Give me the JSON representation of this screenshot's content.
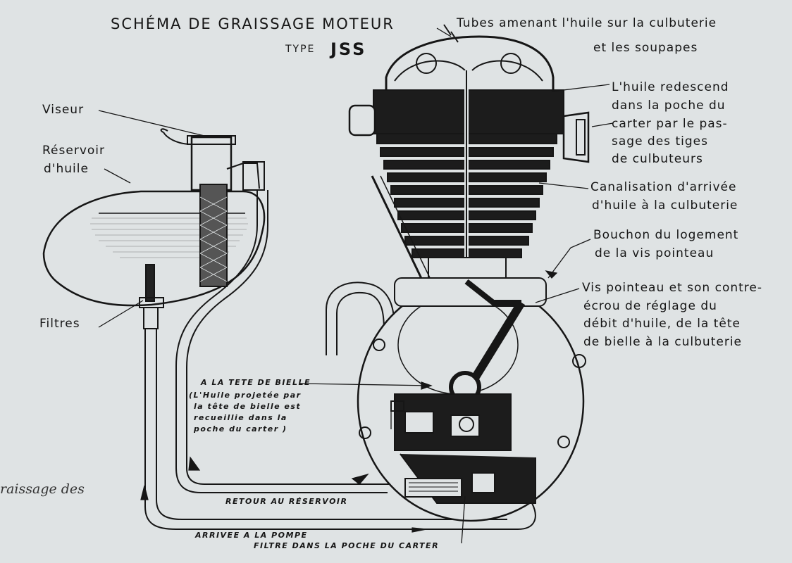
{
  "title": "SCHÉMA DE GRAISSAGE MOTEUR",
  "type_prefix": "TYPE",
  "type_code": "JSS",
  "labels": {
    "tubes_1": "Tubes amenant l'huile sur la culbuterie",
    "tubes_2": "et les soupapes",
    "redescend_1": "L'huile redescend",
    "redescend_2": "dans la poche du",
    "redescend_3": "carter par le pas-",
    "redescend_4": "sage des tiges",
    "redescend_5": "de culbuteurs",
    "canal_1": "Canalisation d'arrivée",
    "canal_2": "d'huile à la culbuterie",
    "bouchon_1": "Bouchon du logement",
    "bouchon_2": "de la vis pointeau",
    "vis_1": "Vis pointeau et son contre-",
    "vis_2": "écrou de réglage du",
    "vis_3": "débit d'huile, de la tête",
    "vis_4": "de bielle à la culbuterie",
    "viseur": "Viseur",
    "reservoir_1": "Réservoir",
    "reservoir_2": "d'huile",
    "filtres": "Filtres",
    "tete_bielle_1": "A LA TETE DE BIELLE",
    "tete_bielle_2": "(L'Huile projetée par",
    "tete_bielle_3": "la tête de bielle est",
    "tete_bielle_4": "recueillie dans la",
    "tete_bielle_5": "poche du carter )",
    "retour": "RETOUR AU RÉSERVOIR",
    "arrivee": "ARRIVEE A LA POMPE",
    "filtre_poche": "FILTRE DANS LA POCHE DU CARTER"
  },
  "caption_fragment": "raissage des",
  "colors": {
    "paper": "#dfe3e4",
    "ink": "#161616"
  }
}
